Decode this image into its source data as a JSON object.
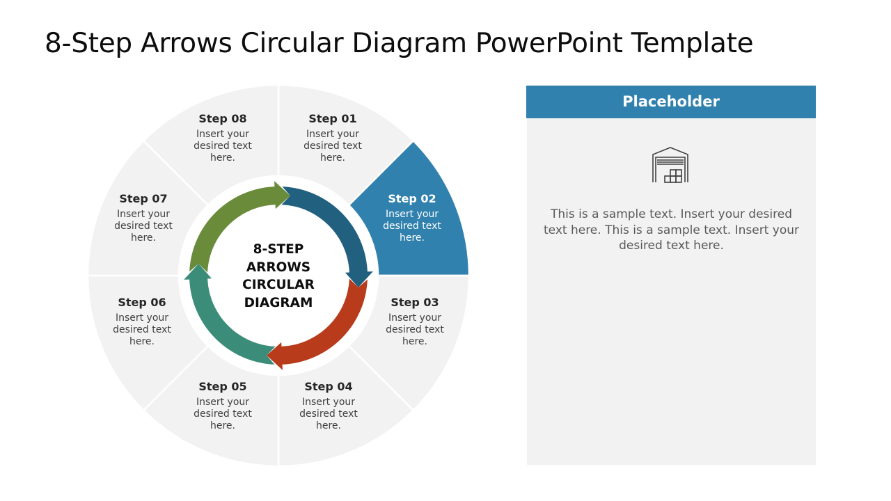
{
  "title": "8-Step Arrows Circular Diagram PowerPoint Template",
  "diagram": {
    "center_label": "8-STEP\nARROWS\nCIRCULAR\nDIAGRAM",
    "highlighted_step": "Step 02",
    "colors": {
      "segment_default": "#f2f2f2",
      "segment_highlight": "#3181ae",
      "arrow_green": "#6a8b3a",
      "arrow_blue": "#22607f",
      "arrow_red": "#b83b1c",
      "arrow_teal": "#3c8c7a"
    },
    "steps": [
      {
        "title": "Step 01",
        "body": "Insert your\ndesired text\nhere."
      },
      {
        "title": "Step 02",
        "body": "Insert your\ndesired text\nhere."
      },
      {
        "title": "Step 03",
        "body": "Insert your\ndesired text\nhere."
      },
      {
        "title": "Step 04",
        "body": "Insert your\ndesired text\nhere."
      },
      {
        "title": "Step 05",
        "body": "Insert your\ndesired text\nhere."
      },
      {
        "title": "Step 06",
        "body": "Insert your\ndesired text\nhere."
      },
      {
        "title": "Step 07",
        "body": "Insert your\ndesired text\nhere."
      },
      {
        "title": "Step 08",
        "body": "Insert your\ndesired text\nhere."
      }
    ]
  },
  "panel": {
    "header": "Placeholder",
    "icon": "warehouse-icon",
    "text": "This is a sample text. Insert your desired text here. This is a sample text. Insert your desired text here."
  }
}
